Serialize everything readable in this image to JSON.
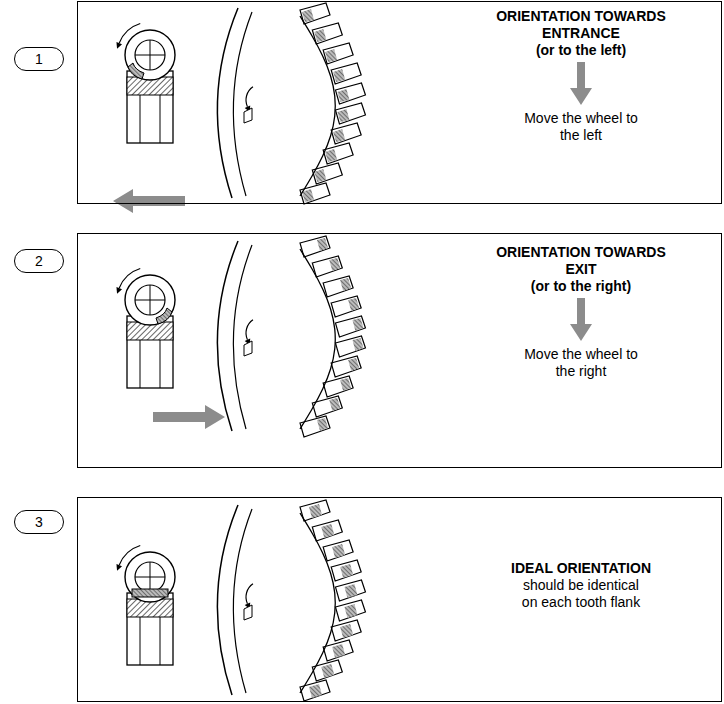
{
  "diagram": {
    "nodes": [
      {
        "text": [
          "1"
        ]
      },
      {
        "text": [
          "ORIENTATION TOWARDS ENTRANCE",
          "(or to the left)",
          "Move the wheel to the left"
        ]
      },
      {
        "text": [
          "2"
        ]
      },
      {
        "text": [
          "ORIENTATION TOWARDS EXIT",
          "(or to the right)",
          "Move the wheel to the right"
        ]
      },
      {
        "text": [
          "3"
        ]
      },
      {
        "text": [
          "IDEAL ORIENTATION",
          "should be identical on each tooth flank"
        ]
      }
    ]
  }
}
